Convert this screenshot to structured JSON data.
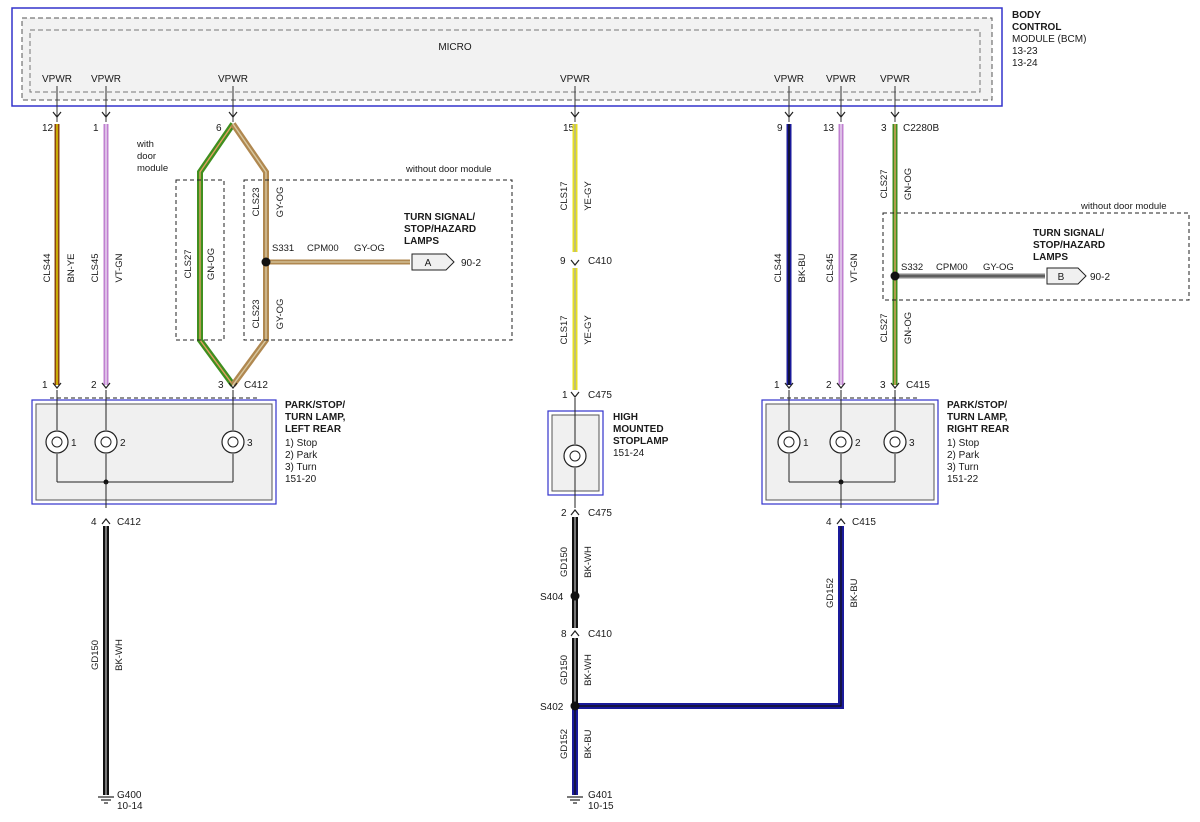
{
  "bcm": {
    "title_lines": [
      "BODY",
      "CONTROL",
      "MODULE (BCM)",
      "13-23",
      "13-24"
    ],
    "micro": "MICRO",
    "pin_label": "VPWR"
  },
  "circuits": {
    "c1": {
      "pin": "12",
      "cls": "CLS44",
      "color": "BN-YE",
      "bottom_pin": "1"
    },
    "c2": {
      "pin": "1",
      "cls": "CLS45",
      "color": "VT-GN",
      "bottom_pin": "2"
    },
    "c3": {
      "pin": "6",
      "bottom_pin": "3",
      "bottom_conn": "C412"
    },
    "c4": {
      "pin": "15",
      "cls": "CLS17",
      "color": "YE-GY",
      "mid_pin": "9",
      "mid_conn": "C410",
      "bottom_pin": "1",
      "bottom_conn": "C475"
    },
    "c5": {
      "pin": "9",
      "cls": "CLS44",
      "color": "BK-BU",
      "bottom_pin": "1"
    },
    "c6": {
      "pin": "13",
      "cls": "CLS45",
      "color": "VT-GN",
      "bottom_pin": "2"
    },
    "c7": {
      "pin": "3",
      "conn": "C2280B",
      "cls": "CLS27",
      "color": "GN-OG",
      "bottom_pin": "3",
      "bottom_conn": "C415"
    }
  },
  "door_module": {
    "with_label_lines": [
      "with",
      "door",
      "module"
    ],
    "without_label": "without door module",
    "left_cls": "CLS27",
    "left_color": "GN-OG",
    "right_cls": "CLS23",
    "right_color": "GY-OG",
    "splice": "S331",
    "cpm": "CPM00",
    "cpm_color": "GY-OG",
    "ref_letter": "A",
    "ref_page": "90-2",
    "ref_title_lines": [
      "TURN SIGNAL/",
      "STOP/HAZARD",
      "LAMPS"
    ]
  },
  "right_module": {
    "without_label": "without door module",
    "splice": "S332",
    "cpm": "CPM00",
    "cpm_color": "GY-OG",
    "ref_letter": "B",
    "ref_page": "90-2",
    "ref_title_lines": [
      "TURN SIGNAL/",
      "STOP/HAZARD",
      "LAMPS"
    ]
  },
  "lamp_left": {
    "title_lines": [
      "PARK/STOP/",
      "TURN LAMP,",
      "LEFT REAR"
    ],
    "items": [
      "1) Stop",
      "2) Park",
      "3) Turn"
    ],
    "page": "151-20",
    "bulb_labels": [
      "1",
      "2",
      "3"
    ],
    "ground_pin": "4",
    "ground_conn": "C412"
  },
  "lamp_right": {
    "title_lines": [
      "PARK/STOP/",
      "TURN LAMP,",
      "RIGHT REAR"
    ],
    "items": [
      "1) Stop",
      "2) Park",
      "3) Turn"
    ],
    "page": "151-22",
    "bulb_labels": [
      "1",
      "2",
      "3"
    ],
    "ground_pin": "4",
    "ground_conn": "C415"
  },
  "stoplamp": {
    "title_lines": [
      "HIGH",
      "MOUNTED",
      "STOPLAMP",
      "151-24"
    ],
    "ground_pin": "2",
    "ground_conn": "C475"
  },
  "grounds": {
    "left": {
      "cls": "GD150",
      "color": "BK-WH",
      "ground": "G400",
      "page": "10-14"
    },
    "center_upper": {
      "cls": "GD150",
      "color": "BK-WH"
    },
    "center_splice": "S404",
    "center_conn_pin": "8",
    "center_conn": "C410",
    "center_mid": {
      "cls": "GD150",
      "color": "BK-WH"
    },
    "center_splice2": "S402",
    "center_lower": {
      "cls": "GD152",
      "color": "BK-BU",
      "ground": "G401",
      "page": "10-15"
    },
    "right": {
      "cls": "GD152",
      "color": "BK-BU"
    }
  },
  "colors": {
    "module_border": "#3333cc",
    "wire_brown": "#8B4513",
    "wire_yellow_stripe": "#e6d800",
    "wire_violet": "#c080d0",
    "wire_green": "#3f8f1f",
    "wire_tan": "#b08850",
    "wire_yellowgray": "#e8e020",
    "wire_black": "#111111",
    "wire_blue": "#1a1a9a",
    "box_fill": "#f0f0f0"
  }
}
